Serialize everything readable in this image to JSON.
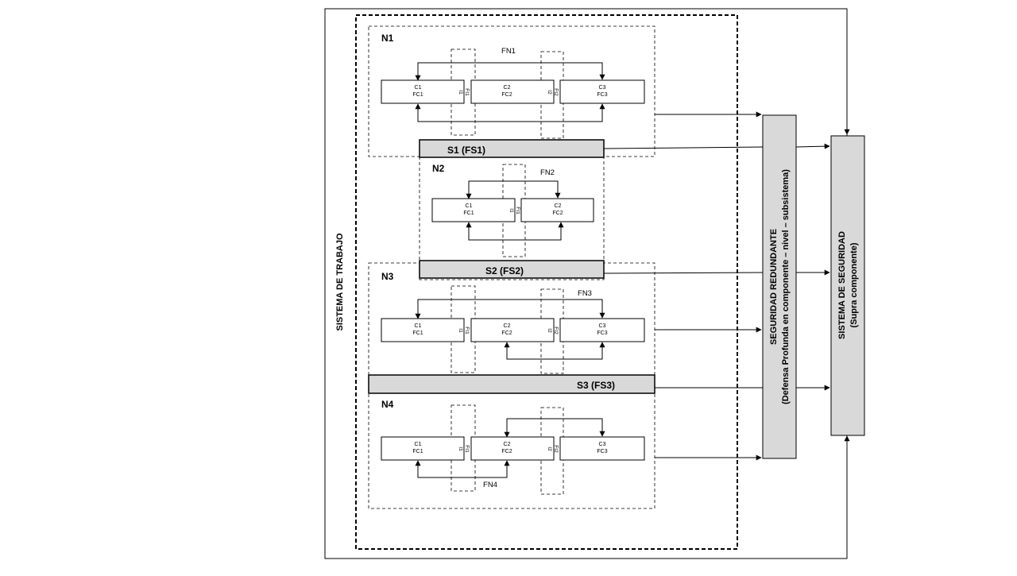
{
  "work_system": {
    "label": "SISTEMA DE TRABAJO"
  },
  "levels": [
    {
      "label": "N1",
      "fn": "FN1",
      "components": [
        {
          "c": "C1",
          "fc": "FC1"
        },
        {
          "c": "C2",
          "fc": "FC2"
        },
        {
          "c": "C3",
          "fc": "FC3"
        }
      ],
      "interfaces": [
        {
          "i": "I1",
          "fi": "FI1"
        },
        {
          "i": "I2",
          "fi": "FI2"
        }
      ]
    },
    {
      "label": "N2",
      "fn": "FN2",
      "components": [
        {
          "c": "C1",
          "fc": "FC1"
        },
        {
          "c": "C2",
          "fc": "FC2"
        }
      ],
      "interfaces": [
        {
          "i": "I1",
          "fi": "FI1"
        }
      ]
    },
    {
      "label": "N3",
      "fn": "FN3",
      "components": [
        {
          "c": "C1",
          "fc": "FC1"
        },
        {
          "c": "C2",
          "fc": "FC2"
        },
        {
          "c": "C3",
          "fc": "FC3"
        }
      ],
      "interfaces": [
        {
          "i": "I1",
          "fi": "FI1"
        },
        {
          "i": "I2",
          "fi": "FI2"
        }
      ]
    },
    {
      "label": "N4",
      "fn": "FN4",
      "components": [
        {
          "c": "C1",
          "fc": "FC1"
        },
        {
          "c": "C2",
          "fc": "FC2"
        },
        {
          "c": "C3",
          "fc": "FC3"
        }
      ],
      "interfaces": [
        {
          "i": "I1",
          "fi": "FI1"
        },
        {
          "i": "I2",
          "fi": "FI2"
        }
      ]
    }
  ],
  "safety_bars": [
    {
      "label": "S1 (FS1)"
    },
    {
      "label": "S2  (FS2)"
    },
    {
      "label": "S3 (FS3)"
    }
  ],
  "redundant_safety": {
    "line1": "SEGURIDAD  REDUNDANTE",
    "line2": "(Defensa  Profunda en componente – nivel – subsistema)"
  },
  "safety_system": {
    "line1": "SISTEMA DE SEGURIDAD",
    "line2": "(Supra componente)"
  },
  "colors": {
    "line": "#000000",
    "bar_fill": "#d9d9d9",
    "background": "#ffffff"
  }
}
